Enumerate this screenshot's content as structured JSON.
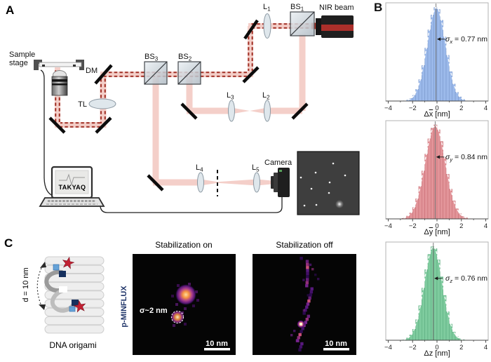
{
  "panel_labels": {
    "a": "A",
    "b": "B",
    "c": "C"
  },
  "optical_setup": {
    "sample_stage": {
      "line1": "Sample",
      "line2": "stage"
    },
    "dm": "DM",
    "tl": "TL",
    "bs1": {
      "base": "BS",
      "sub": "1"
    },
    "bs2": {
      "base": "BS",
      "sub": "2"
    },
    "bs3": {
      "base": "BS",
      "sub": "3"
    },
    "l1": {
      "base": "L",
      "sub": "1"
    },
    "l2": {
      "base": "L",
      "sub": "2"
    },
    "l3": {
      "base": "L",
      "sub": "3"
    },
    "l4": {
      "base": "L",
      "sub": "4"
    },
    "l5": {
      "base": "L",
      "sub": "5"
    },
    "nir_beam": "NIR beam",
    "camera": "Camera",
    "software": "TAKYAQ"
  },
  "panel_c": {
    "distance_label": "d = 10 nm",
    "dna_label": "DNA origami",
    "method_label": "p-MINFLUX",
    "image_on": {
      "title": "Stabilization on",
      "sigma_annotation": "σ~2 nm",
      "scalebar": "10 nm"
    },
    "image_off": {
      "title": "Stabilization off",
      "scalebar": "10 nm"
    }
  },
  "colors": {
    "beam_pink": "#f4cfc9",
    "beam_dash_red": "#a5392f",
    "nir_red": "#bf3a2e",
    "hist_blue": "#9bb9ea",
    "hist_red": "#e29499",
    "hist_green": "#7ecb9e",
    "pminflux_navy": "#203569"
  },
  "chart_data": [
    {
      "type": "histogram",
      "series": "delta-x residuals",
      "xlabel_prefix": "Δ",
      "xlabel_var": "x",
      "xlabel_overline": true,
      "xlabel_unit": " [nm]",
      "ticks": [
        -4,
        -2,
        0,
        2,
        4
      ],
      "xlim": [
        -4.2,
        4.2
      ],
      "bin_start": -4,
      "bin_width": 0.25,
      "center": -0.08,
      "sigma_sym": "σ",
      "sigma_sub": "x",
      "sigma_text": "= 0.77 nm",
      "sigma_value_nm": 0.77,
      "fill": "#9bb9ea",
      "edge": "#7593c7",
      "values": [
        0,
        0,
        0,
        0,
        0.001,
        0.004,
        0.01,
        0.027,
        0.06,
        0.124,
        0.228,
        0.378,
        0.563,
        0.757,
        0.915,
        0.995,
        0.974,
        0.859,
        0.681,
        0.486,
        0.312,
        0.181,
        0.094,
        0.044,
        0.018,
        0.007,
        0.002,
        0.001,
        0,
        0,
        0,
        0
      ]
    },
    {
      "type": "histogram",
      "series": "delta-y residuals",
      "xlabel_prefix": "Δ",
      "xlabel_var": "y",
      "xlabel_overline": true,
      "xlabel_unit": " [nm]",
      "ticks": [
        -4,
        -2,
        0,
        2,
        4
      ],
      "xlim": [
        -4.2,
        4.2
      ],
      "bin_start": -4,
      "bin_width": 0.25,
      "center": -0.15,
      "sigma_sym": "σ",
      "sigma_sub": "y",
      "sigma_text": "= 0.84 nm",
      "sigma_value_nm": 0.84,
      "fill": "#e29499",
      "edge": "#c4696f",
      "values": [
        0,
        0,
        0.001,
        0.002,
        0.005,
        0.013,
        0.03,
        0.063,
        0.121,
        0.214,
        0.345,
        0.51,
        0.689,
        0.852,
        0.965,
        1.0,
        0.948,
        0.823,
        0.653,
        0.475,
        0.316,
        0.192,
        0.107,
        0.055,
        0.026,
        0.011,
        0.004,
        0.002,
        0,
        0,
        0,
        0
      ]
    },
    {
      "type": "histogram",
      "series": "delta-z residuals",
      "xlabel_prefix": "Δ",
      "xlabel_var": "z",
      "xlabel_overline": false,
      "xlabel_unit": " [nm]",
      "ticks": [
        -4,
        -2,
        0,
        2,
        4
      ],
      "xlim": [
        -4.2,
        4.2
      ],
      "bin_start": -4,
      "bin_width": 0.25,
      "center": -0.3,
      "sigma_sym": "σ",
      "sigma_sub": "z",
      "sigma_text": "= 0.76 nm",
      "sigma_value_nm": 0.76,
      "fill": "#7ecb9e",
      "edge": "#56a87a",
      "values": [
        0,
        0,
        0,
        0.001,
        0.003,
        0.009,
        0.024,
        0.056,
        0.117,
        0.219,
        0.368,
        0.555,
        0.751,
        0.913,
        0.995,
        0.974,
        0.855,
        0.674,
        0.477,
        0.303,
        0.172,
        0.088,
        0.04,
        0.017,
        0.006,
        0.002,
        0.001,
        0,
        0,
        0,
        0,
        0
      ]
    }
  ]
}
